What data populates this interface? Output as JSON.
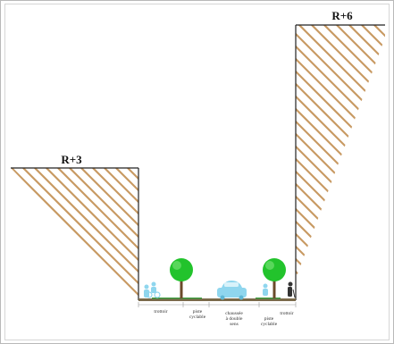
{
  "diagram": {
    "building_left": {
      "label": "R+3"
    },
    "building_right": {
      "label": "R+6"
    },
    "street_labels": {
      "trottoir_left": "trottoir",
      "piste_left_1": "piste",
      "piste_left_2": "cyclable",
      "chaussee_1": "chaussée",
      "chaussee_2": "à double",
      "chaussee_3": "sens",
      "piste_right_1": "piste",
      "piste_right_2": "cyclable",
      "trottoir_right": "trottoir"
    },
    "colors": {
      "hatch": "#c89a63",
      "outline": "#222222",
      "tree": "#22c32c",
      "trunk": "#6b4a2a",
      "vehicle": "#8fd6ee",
      "ground": "#7a6a4a"
    }
  }
}
